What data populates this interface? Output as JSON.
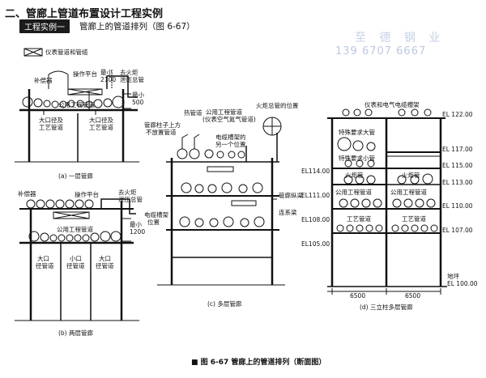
{
  "header": {
    "section_title": "二、管廊上管道布置设计工程实例",
    "example_badge": "工程实例一",
    "example_title": "管廊上的管道排列（图 6-67）"
  },
  "watermark": {
    "name": "至 德 钢 业",
    "phone": "139 6707 6667"
  },
  "legend": {
    "text": "仪表管道和管缆"
  },
  "fig_a": {
    "compensator": "补偿器",
    "platform": "操作平台",
    "min2100_a": "最小",
    "min2100_b": "2100",
    "flare_a": "去火炬",
    "flare_b": "泄压总管",
    "min500_a": "最小",
    "min500_b": "500",
    "t_utility": "公用工程管道",
    "big_a": "大口径及",
    "big_b": "工艺管道",
    "big2_a": "大口径及",
    "big2_b": "工艺管道",
    "caption": "(a)  一层管廊"
  },
  "fig_b": {
    "compensator": "补偿器",
    "platform": "操作平台",
    "flare_a": "去火炬",
    "flare_b": "泄压总管",
    "min1200_a": "最小",
    "min1200_b": "1200",
    "t_utility": "公用工程管道",
    "big_a": "大口",
    "big_b": "径管道",
    "small_a": "小口",
    "small_b": "径管道",
    "big2_a": "大口",
    "big2_b": "径管道",
    "caption": "(b)  两层管廊"
  },
  "fig_c": {
    "hot_pipe": "热管道",
    "utility_a": "公用工程管道",
    "utility_b": "(仪表空气氮气管道)",
    "flare_pos": "火炬总管的位置",
    "no_pipe_a": "管廊柱子上方",
    "no_pipe_b": "不放置管道",
    "cable_a": "电缆槽架的",
    "cable_b": "另一个位置",
    "longitudinal": "管廊纵梁",
    "bracket_a": "电缆槽架",
    "bracket_b": "位置",
    "tie_beam": "连系梁",
    "caption": "(c)  多层管廊"
  },
  "fig_d": {
    "tray": "仪表和电气电缆槽架",
    "special_big": "特殊要求大管",
    "special_small": "特殊要求小管",
    "flare1": "火炬管",
    "flare2": "火炬管",
    "util1": "公用工程管道",
    "util2": "公用工程管道",
    "proc1": "工艺管道",
    "proc2": "工艺管道",
    "el1220": "EL 122.00",
    "el1170": "EL 117.00",
    "el1150": "EL 115.00",
    "el1130": "EL 113.00",
    "el1100": "EL 110.00",
    "el1070": "EL 107.00",
    "el1140": "EL114.00",
    "el1110": "EL111.00",
    "el1080": "EL108.00",
    "el1050": "EL105.00",
    "dim1": "6500",
    "dim2": "6500",
    "ground_a": "地坪",
    "ground_b": "EL 100.00",
    "caption": "(d)  三立柱多层管廊"
  },
  "figure_caption": "■ 图 6-67   管廊上的管道排列（断面图）"
}
